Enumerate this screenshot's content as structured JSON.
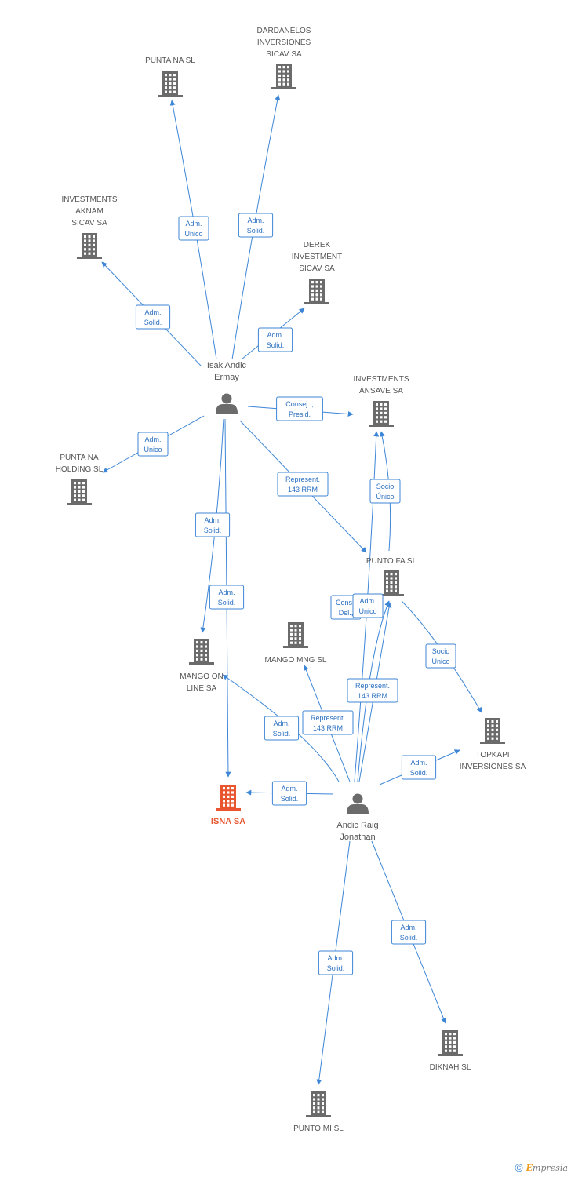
{
  "focus_company": "isna",
  "companies": [
    {
      "id": "punta_na",
      "label": [
        "PUNTA NA SL"
      ]
    },
    {
      "id": "dardanelos",
      "label": [
        "DARDANELOS",
        "INVERSIONES",
        "SICAV SA"
      ]
    },
    {
      "id": "aknam",
      "label": [
        "INVESTMENTS",
        "AKNAM",
        "SICAV SA"
      ]
    },
    {
      "id": "derek",
      "label": [
        "DEREK",
        "INVESTMENT",
        "SICAV SA"
      ]
    },
    {
      "id": "ansave",
      "label": [
        "INVESTMENTS",
        "ANSAVE SA"
      ]
    },
    {
      "id": "punta_na_holding",
      "label": [
        "PUNTA NA",
        "HOLDING SL"
      ]
    },
    {
      "id": "punto_fa",
      "label": [
        "PUNTO FA SL"
      ]
    },
    {
      "id": "mango_mng",
      "label": [
        "MANGO MNG SL"
      ]
    },
    {
      "id": "mango_online",
      "label": [
        "MANGO ON",
        "LINE SA"
      ]
    },
    {
      "id": "topkapi",
      "label": [
        "TOPKAPI",
        "INVERSIONES SA"
      ]
    },
    {
      "id": "isna",
      "label": [
        "ISNA SA"
      ]
    },
    {
      "id": "diknah",
      "label": [
        "DIKNAH SL"
      ]
    },
    {
      "id": "punto_mi",
      "label": [
        "PUNTO MI SL"
      ]
    }
  ],
  "people": [
    {
      "id": "isak",
      "label": [
        "Isak Andic",
        "Ermay"
      ]
    },
    {
      "id": "jonathan",
      "label": [
        "Andic Raig",
        "Jonathan"
      ]
    }
  ],
  "relations": [
    {
      "from": "isak",
      "to": "punta_na",
      "label": [
        "Adm.",
        "Unico"
      ]
    },
    {
      "from": "isak",
      "to": "dardanelos",
      "label": [
        "Adm.",
        "Solid."
      ]
    },
    {
      "from": "isak",
      "to": "aknam",
      "label": [
        "Adm.",
        "Solid."
      ]
    },
    {
      "from": "isak",
      "to": "derek",
      "label": [
        "Adm.",
        "Solid."
      ]
    },
    {
      "from": "isak",
      "to": "ansave",
      "label": [
        "Consej. ,",
        "Presid."
      ]
    },
    {
      "from": "isak",
      "to": "punta_na_holding",
      "label": [
        "Adm.",
        "Unico"
      ]
    },
    {
      "from": "isak",
      "to": "punto_fa",
      "label": [
        "Represent.",
        "143 RRM"
      ]
    },
    {
      "from": "isak",
      "to": "mango_online",
      "label": [
        "Adm.",
        "Solid."
      ]
    },
    {
      "from": "isak",
      "to": "isna",
      "label": [
        "Adm.",
        "Solid."
      ]
    },
    {
      "from": "punto_fa",
      "to": "ansave",
      "label": [
        "Socio",
        "Único"
      ]
    },
    {
      "from": "punto_fa",
      "to": "topkapi",
      "label": [
        "Socio",
        "Único"
      ]
    },
    {
      "from": "jonathan",
      "to": "ansave",
      "label": [
        "Conse",
        "Del.,"
      ]
    },
    {
      "from": "jonathan",
      "to": "punto_fa",
      "label": [
        "Adm.",
        "Unico"
      ]
    },
    {
      "from": "jonathan",
      "to": "punto_fa",
      "label": [
        "Represent.",
        "143 RRM"
      ]
    },
    {
      "from": "jonathan",
      "to": "mango_mng",
      "label": [
        "Represent.",
        "143 RRM"
      ]
    },
    {
      "from": "jonathan",
      "to": "mango_online",
      "label": [
        "Adm.",
        "Solid."
      ]
    },
    {
      "from": "jonathan",
      "to": "topkapi",
      "label": [
        "Adm.",
        "Solid."
      ]
    },
    {
      "from": "jonathan",
      "to": "isna",
      "label": [
        "Adm.",
        "Solid."
      ]
    },
    {
      "from": "jonathan",
      "to": "diknah",
      "label": [
        "Adm.",
        "Solid."
      ]
    },
    {
      "from": "jonathan",
      "to": "punto_mi",
      "label": [
        "Adm.",
        "Solid."
      ]
    }
  ],
  "brand": {
    "copyright": "©",
    "name_initial": "E",
    "name_rest": "mpresia"
  }
}
